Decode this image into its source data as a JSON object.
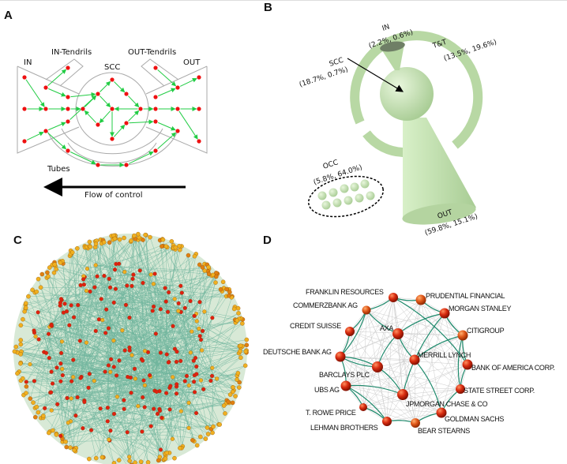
{
  "panels": {
    "a": "A",
    "b": "B",
    "c": "C",
    "d": "D"
  },
  "panel_a": {
    "labels": {
      "in": "IN",
      "in_tendrils": "IN-Tendrils",
      "scc": "SCC",
      "out_tendrils": "OUT-Tendrils",
      "out": "OUT",
      "tubes": "Tubes"
    },
    "flow_label": "Flow of control"
  },
  "panel_b": {
    "in": {
      "name": "IN",
      "values": "(2.2%, 0.6%)"
    },
    "tt": {
      "name": "T&T",
      "values": "(13.5%, 19.6%)"
    },
    "scc": {
      "name": "SCC",
      "values": "(18.7%, 0.7%)"
    },
    "occ": {
      "name": "OCC",
      "values": "(5.8%, 64.0%)"
    },
    "out": {
      "name": "OUT",
      "values": "(59.8%, 15.1%)"
    },
    "colors": {
      "shape": "#c8e6b4",
      "shape_dark": "#9fbf8c"
    }
  },
  "panel_c": {
    "colors": {
      "edge": "#1a8a6e",
      "core_node": "#e02010",
      "periphery_node": "#f0b020"
    }
  },
  "panel_d": {
    "nodes": [
      "FRANKLIN RESOURCES",
      "PRUDENTIAL FINANCIAL",
      "COMMERZBANK AG",
      "MORGAN STANLEY",
      "CREDIT SUISSE",
      "AXA",
      "CITIGROUP",
      "DEUTSCHE BANK AG",
      "MERRILL LYNCH",
      "BANK OF AMERICA CORP.",
      "BARCLAYS PLC",
      "UBS AG",
      "JPMORGAN CHASE & CO",
      "STATE STREET CORP.",
      "T. ROWE PRICE",
      "GOLDMAN SACHS",
      "LEHMAN BROTHERS",
      "BEAR STEARNS"
    ],
    "colors": {
      "node": "#c8240c",
      "edge_strong": "#1e8a6c",
      "edge_weak": "#cccccc"
    }
  }
}
